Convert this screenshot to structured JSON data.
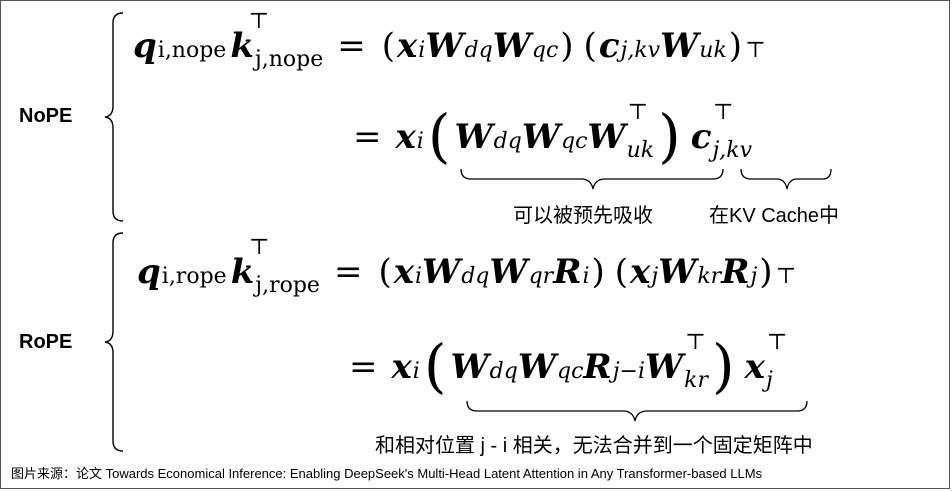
{
  "labels": {
    "nope": "NoPE",
    "rope": "RoPE"
  },
  "nope": {
    "lhs": {
      "q": "q",
      "q_sub": "i,nope",
      "k": "k",
      "k_sub": "j,nope",
      "k_sup": "⊤"
    },
    "eq": "=",
    "line1": {
      "x": "x",
      "x_sub": "i",
      "W1": "W",
      "W1_sub": "dq",
      "W2": "W",
      "W2_sub": "qc",
      "c": "c",
      "c_sub": "j,kv",
      "W3": "W",
      "W3_sub": "uk",
      "T": "⊤"
    },
    "line2": {
      "x": "x",
      "x_sub": "i",
      "W1": "W",
      "W1_sub": "dq",
      "W2": "W",
      "W2_sub": "qc",
      "W3": "W",
      "W3_sub": "uk",
      "W3_sup": "⊤",
      "c": "c",
      "c_sub": "j,kv",
      "c_sup": "⊤"
    },
    "note_absorb": "可以被预先吸收",
    "note_cache": "在KV Cache中"
  },
  "rope": {
    "lhs": {
      "q": "q",
      "q_sub": "i,rope",
      "k": "k",
      "k_sub": "j,rope",
      "k_sup": "⊤"
    },
    "eq": "=",
    "line1": {
      "x": "x",
      "x_sub": "i",
      "W1": "W",
      "W1_sub": "dq",
      "W2": "W",
      "W2_sub": "qr",
      "R1": "R",
      "R1_sub": "i",
      "x2": "x",
      "x2_sub": "j",
      "W3": "W",
      "W3_sub": "kr",
      "R2": "R",
      "R2_sub": "j",
      "T": "⊤"
    },
    "line2": {
      "x": "x",
      "x_sub": "i",
      "W1": "W",
      "W1_sub": "dq",
      "W2": "W",
      "W2_sub": "qc",
      "R": "R",
      "R_sub": "j−i",
      "W3": "W",
      "W3_sub": "kr",
      "W3_sup": "⊤",
      "x2": "x",
      "x2_sub": "j",
      "x2_sup": "⊤"
    },
    "note": "和相对位置 j - i  相关，无法合并到一个固定矩阵中"
  },
  "caption": "图片来源：论文 Towards Economical Inference: Enabling DeepSeek's Multi-Head Latent Attention in Any Transformer-based LLMs"
}
